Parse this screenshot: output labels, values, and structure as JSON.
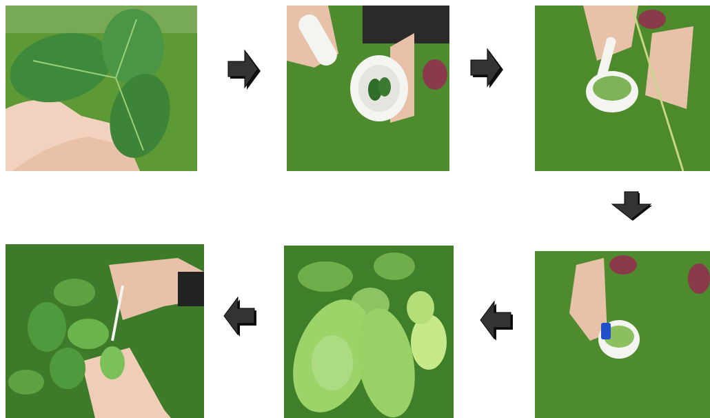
{
  "figure": {
    "steps": [
      {
        "icon": "leaf-sample-photo"
      },
      {
        "icon": "mortar-pestle-photo"
      },
      {
        "icon": "grinding-leaves-photo"
      },
      {
        "icon": "adding-buffer-photo"
      },
      {
        "icon": "inoculated-leaves-photo"
      },
      {
        "icon": "rub-inoculation-photo"
      }
    ],
    "arrows": [
      {
        "icon": "arrow-right-icon"
      },
      {
        "icon": "arrow-right-icon"
      },
      {
        "icon": "arrow-down-icon"
      },
      {
        "icon": "arrow-left-icon"
      },
      {
        "icon": "arrow-left-icon"
      }
    ],
    "colors": {
      "grass": "#4f8a2f",
      "grass_dark": "#3a6d22",
      "leaf": "#3f8a3a",
      "leaf_light": "#a8d86a",
      "skin": "#e8c2a8",
      "mortar": "#f4f4f0",
      "arrow": "#111111"
    }
  }
}
